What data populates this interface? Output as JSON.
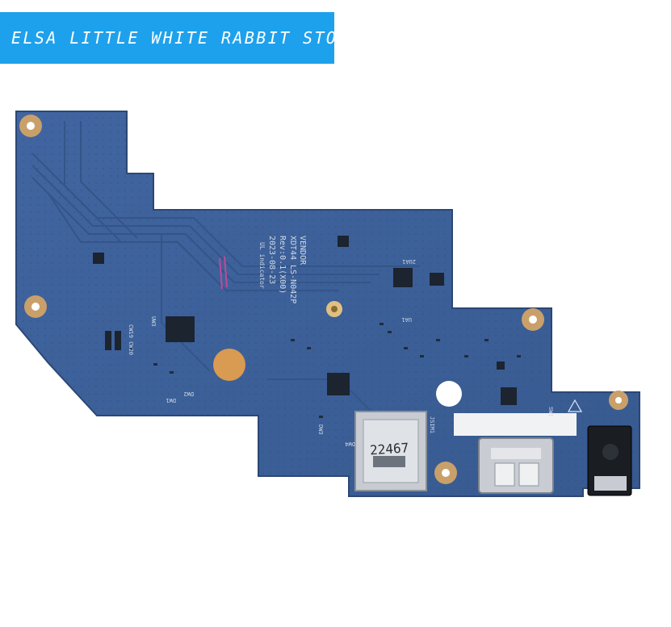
{
  "banner": {
    "text": "ELSA LITTLE WHITE RABBIT STORE",
    "background": "#1ea1ec",
    "text_color": "#ffffff"
  },
  "board": {
    "pcb_color": "#3b5f97",
    "silkscreen": {
      "vendor": "VENDOR",
      "model": "XDT44 LS-N042P",
      "revision": "Rev:0.1(X00)",
      "date": "2023-08-23",
      "indicator": "UL indicator",
      "sd_slot_label": "22467",
      "sim_label": "JSIM1",
      "ua1": "UA1",
      "ua2": "2UA1",
      "sw1": "SW1",
      "dw3": "DW3",
      "dw4": "DW4",
      "dw1": "DW1",
      "dw2": "DW2",
      "uw3": "UW3",
      "cw": "CW19 CW20"
    },
    "components": [
      "sd-card-slot",
      "usb-c-port",
      "usb-c-port",
      "audio-jack",
      "mounting-hole",
      "test-pad"
    ]
  }
}
